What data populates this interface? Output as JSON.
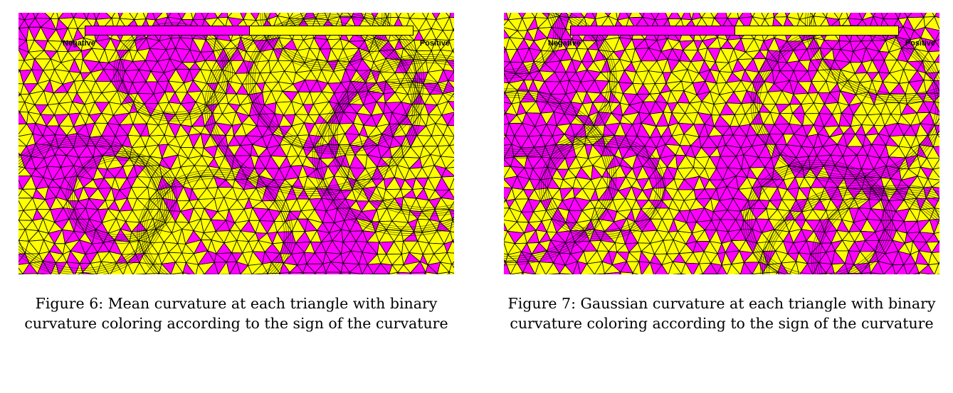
{
  "figures": [
    {
      "label": "Figure 6:",
      "caption": "Mean curvature at each triangle with binary curvature coloring according to the sign of the curvature",
      "colorbar": {
        "negative_label": "Negative",
        "positive_label": "Positive",
        "negative_color": "#ff00ff",
        "positive_color": "#ffff00"
      }
    },
    {
      "label": "Figure 7:",
      "caption": "Gaussian curvature at each triangle with binary curvature coloring according to the sign of the curvature",
      "colorbar": {
        "negative_label": "Negative",
        "positive_label": "Positive",
        "negative_color": "#ff00ff",
        "positive_color": "#ffff00"
      }
    }
  ]
}
